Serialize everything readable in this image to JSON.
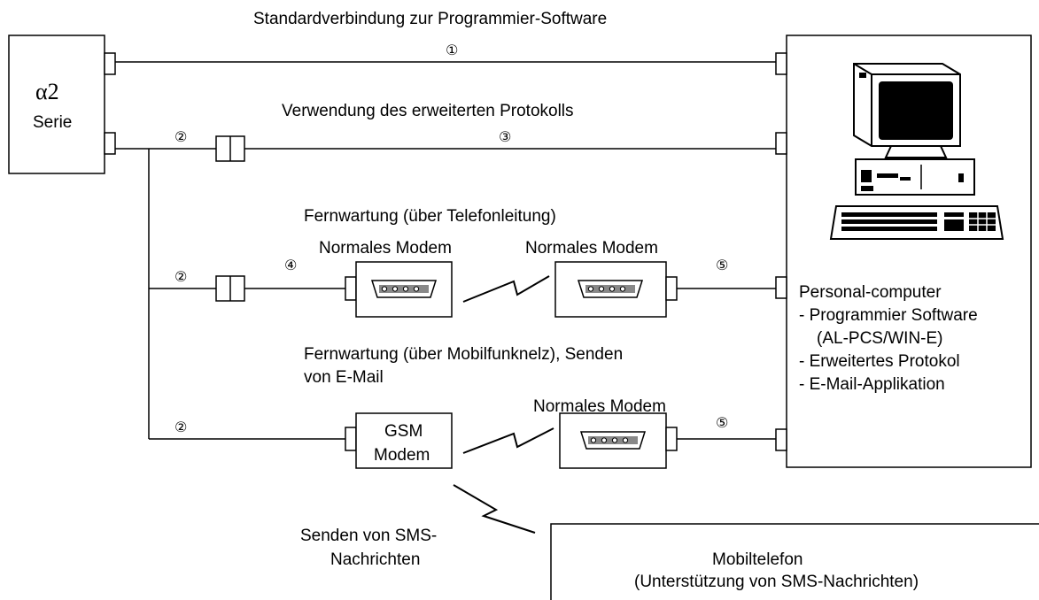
{
  "headings": {
    "standard": "Standardverbindung zur Programmier-Software",
    "extended": "Verwendung des erweiterten Protokolls",
    "remote_phone": "Fernwartung (über Telefonleitung)",
    "remote_mobile_line1": "Fernwartung (über Mobilfunknelz), Senden",
    "remote_mobile_line2": "von E-Mail",
    "sms_line1": "Senden von SMS-",
    "sms_line2": "Nachrichten"
  },
  "devices": {
    "alpha": {
      "symbol": "α2",
      "series": "Serie"
    },
    "modem_label": "Normales Modem",
    "gsm_line1": "GSM",
    "gsm_line2": "Modem",
    "pc": {
      "title": "Personal-computer",
      "items": [
        "- Programmier Software",
        "(AL-PCS/WIN-E)",
        "- Erweitertes Protokol",
        "- E-Mail-Applikation"
      ]
    },
    "mobile": {
      "line1": "Mobiltelefon",
      "line2": "(Unterstützung von SMS-Nachrichten)"
    }
  },
  "markers": {
    "m1": "①",
    "m2": "②",
    "m3": "③",
    "m4": "④",
    "m5": "⑤"
  }
}
